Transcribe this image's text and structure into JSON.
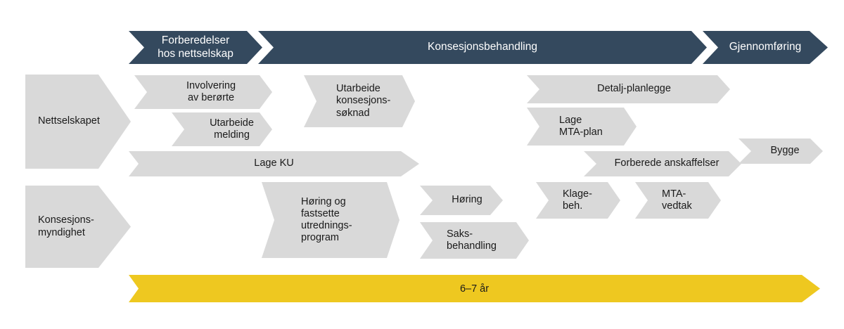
{
  "colors": {
    "phase_band": "#34495e",
    "task_box": "#d9d9d9",
    "timeline": "#eec820",
    "text_dark": "#1a1a1a",
    "text_light": "#ffffff",
    "background": "#ffffff"
  },
  "phases": [
    {
      "label": "Forberedelser\nhos nettselskap"
    },
    {
      "label": "Konsesjonsbehandling"
    },
    {
      "label": "Gjennomføring"
    }
  ],
  "actors": [
    {
      "label": "Nettselskapet"
    },
    {
      "label": "Konsesjons-\nmyndighet"
    }
  ],
  "rows": {
    "nettselskapet": [
      {
        "label": "Involvering\nav berørte"
      },
      {
        "label": "Utarbeide\nkonsesjons-\nsøknad"
      },
      {
        "label": "Detalj-planlegge"
      },
      {
        "label": "Utarbeide\nmelding"
      },
      {
        "label": "Lage\nMTA-plan"
      },
      {
        "label": "Lage KU"
      },
      {
        "label": "Forberede anskaffelser"
      },
      {
        "label": "Bygge"
      }
    ],
    "konsesjonsmyndighet": [
      {
        "label": "Høring og\nfastsette\nutrednings-\nprogram"
      },
      {
        "label": "Høring"
      },
      {
        "label": "Klage-\nbeh."
      },
      {
        "label": "MTA-\nvedtak"
      },
      {
        "label": "Saks-\nbehandling"
      }
    ]
  },
  "timeline": {
    "label": "6–7 år"
  }
}
